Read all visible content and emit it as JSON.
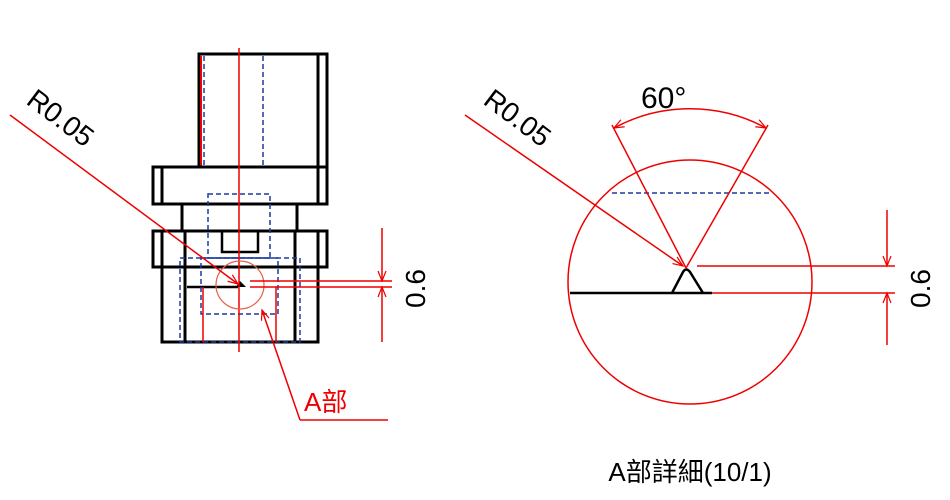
{
  "left_view": {
    "radius_label": "R0.05",
    "height_dim_label": "0.6",
    "detail_callout_label": "A部"
  },
  "detail_view": {
    "radius_label": "R0.05",
    "angle_label": "60°",
    "height_dim_label": "0.6",
    "caption": "A部詳細(10/1)"
  },
  "colors": {
    "outline": "#000000",
    "dimension": "#ee0000",
    "hidden": "#1a3aa0"
  }
}
